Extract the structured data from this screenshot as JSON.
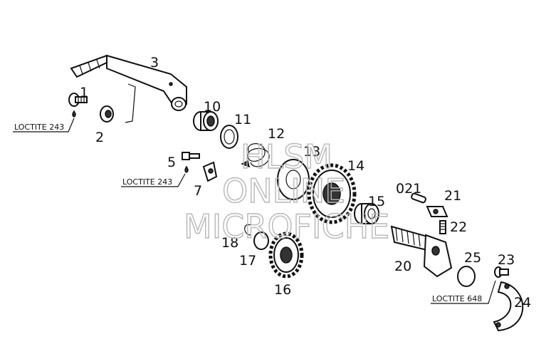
{
  "watermark": {
    "line1": "HLSM",
    "line2": "ONLINE",
    "line3": "MICROFICHE"
  },
  "loctite": {
    "a": "LOCTITE 243",
    "b": "LOCTITE 243",
    "c": "LOCTITE 648"
  },
  "parts": {
    "p1": "1",
    "p2": "2",
    "p3": "3",
    "p5": "5",
    "p7": "7",
    "p10": "10",
    "p11": "11",
    "p12": "12",
    "p13": "13",
    "p14": "14",
    "p15": "15",
    "p16": "16",
    "p17": "17",
    "p18": "18",
    "p20": "20",
    "p021": "021",
    "p21": "21",
    "p22": "22",
    "p23": "23",
    "p24": "24",
    "p25": "25"
  }
}
